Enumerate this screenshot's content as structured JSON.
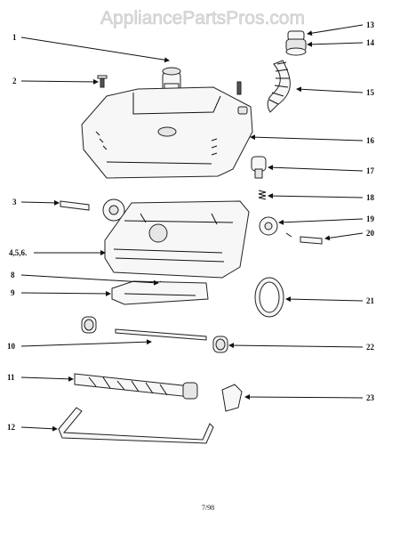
{
  "watermark": "AppliancePartsPros.com",
  "footer_code": "7/98",
  "callouts": {
    "c1": "1",
    "c2": "2",
    "c3": "3",
    "c456": "4,5,6.",
    "c8": "8",
    "c9": "9",
    "c10": "10",
    "c11": "11",
    "c12": "12",
    "c13": "13",
    "c14": "14",
    "c15": "15",
    "c16": "16",
    "c17": "17",
    "c18": "18",
    "c19": "19",
    "c20": "20",
    "c21": "21",
    "c22": "22",
    "c23": "23"
  },
  "colors": {
    "ink": "#111111",
    "watermark": "#dcdcdc"
  }
}
